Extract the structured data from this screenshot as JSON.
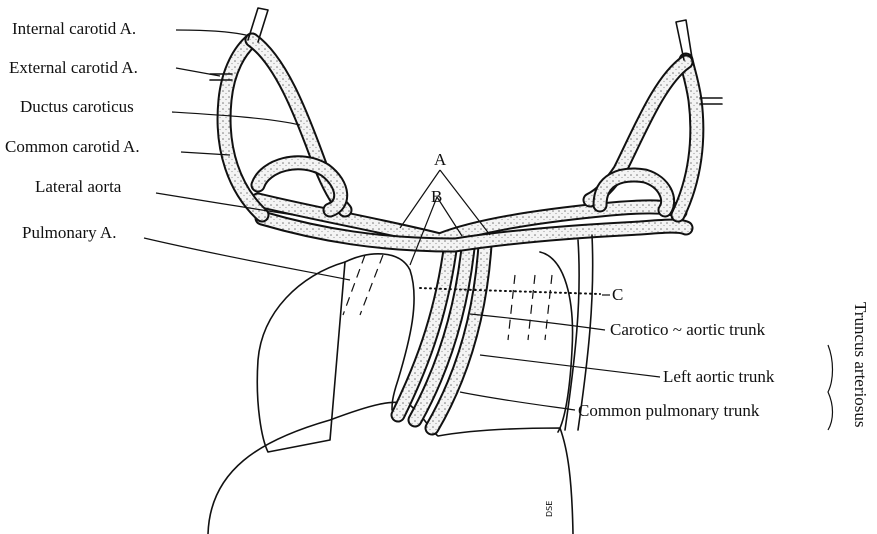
{
  "colors": {
    "ink": "#111111",
    "vessel": "#f2f2f2",
    "stipple": "#8a8a8a",
    "background": "#ffffff"
  },
  "labels": {
    "internal_carotid": "Internal carotid A.",
    "external_carotid": "External carotid A.",
    "ductus_caroticus": "Ductus caroticus",
    "common_carotid": "Common carotid A.",
    "lateral_aorta": "Lateral aorta",
    "pulmonary_a": "Pulmonary A.",
    "carotico_aortic_trunk": "Carotico ~ aortic trunk",
    "left_aortic_trunk": "Left aortic trunk",
    "common_pulmonary_trunk": "Common pulmonary trunk",
    "truncus_arteriosus": "Truncus arteriosus"
  },
  "letters": {
    "a": "A",
    "b": "B",
    "c": "C"
  },
  "signature": "DSE"
}
